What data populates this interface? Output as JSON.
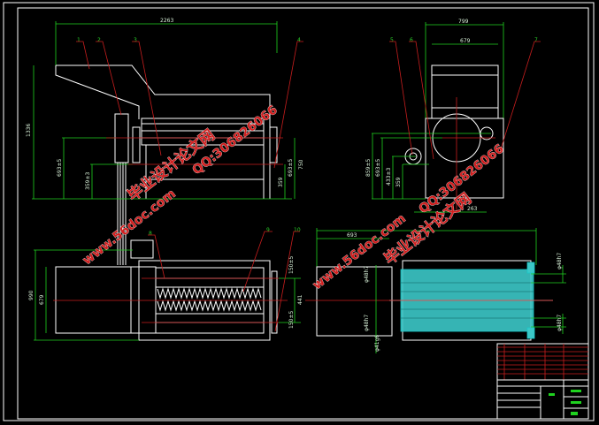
{
  "drawing": {
    "colors": {
      "background": "#000000",
      "outline": "#ffffff",
      "dimension": "#1fd21f",
      "centerline": "#c81e1e",
      "section": "#3cc8c8"
    },
    "balloons": [
      "1",
      "2",
      "3",
      "4",
      "5",
      "6",
      "7",
      "8",
      "9",
      "10"
    ],
    "front_view": {
      "overall_length": "2263",
      "height": "1336",
      "shaft_height": "693±5",
      "lower_shaft": "359±3",
      "right_height": "750",
      "right_shaft": "693±5",
      "right_low": "359"
    },
    "side_view": {
      "overall_width": "799",
      "inner_width": "679",
      "h1": "859±5",
      "h2": "693±5",
      "h3": "433±3",
      "h4": "359",
      "bottom": "263"
    },
    "top_view": {
      "width": "990",
      "inner": "679",
      "gap_top": "150±5",
      "mid": "441",
      "gap_bottom": "150±5"
    },
    "section_view": {
      "length": "693",
      "d_top": "φ48h7",
      "d_bottom": "φ48h7",
      "d_left_top": "φ48h7",
      "d_left_bottom": "φ48h7",
      "d_shaft": "φ41g6"
    }
  },
  "watermark": {
    "site_cn": "毕业设计论文网",
    "url": "www.56doc.com",
    "qq": "QQ:306826066"
  }
}
